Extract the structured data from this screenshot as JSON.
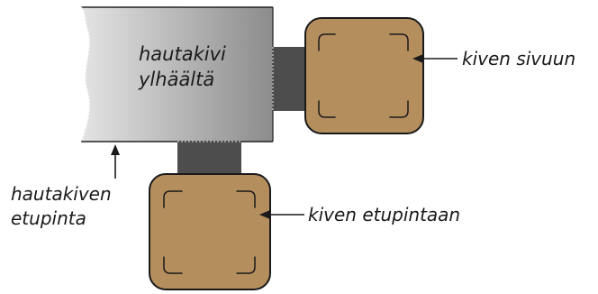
{
  "labels": {
    "stone_top": [
      "hautakivi",
      "ylhäältä"
    ],
    "side_pad": "kiven sivuun",
    "front_pad": "kiven etupintaan",
    "stone_front": [
      "hautakiven",
      "etupinta"
    ]
  },
  "colors": {
    "pad_fill": "#b58e5e",
    "pad_stroke": "#1a1a1a",
    "connector": "#4d4d4d",
    "stone_light": "#e2e2e2",
    "stone_dark": "#8a8a8a",
    "text": "#1a1a1a"
  }
}
